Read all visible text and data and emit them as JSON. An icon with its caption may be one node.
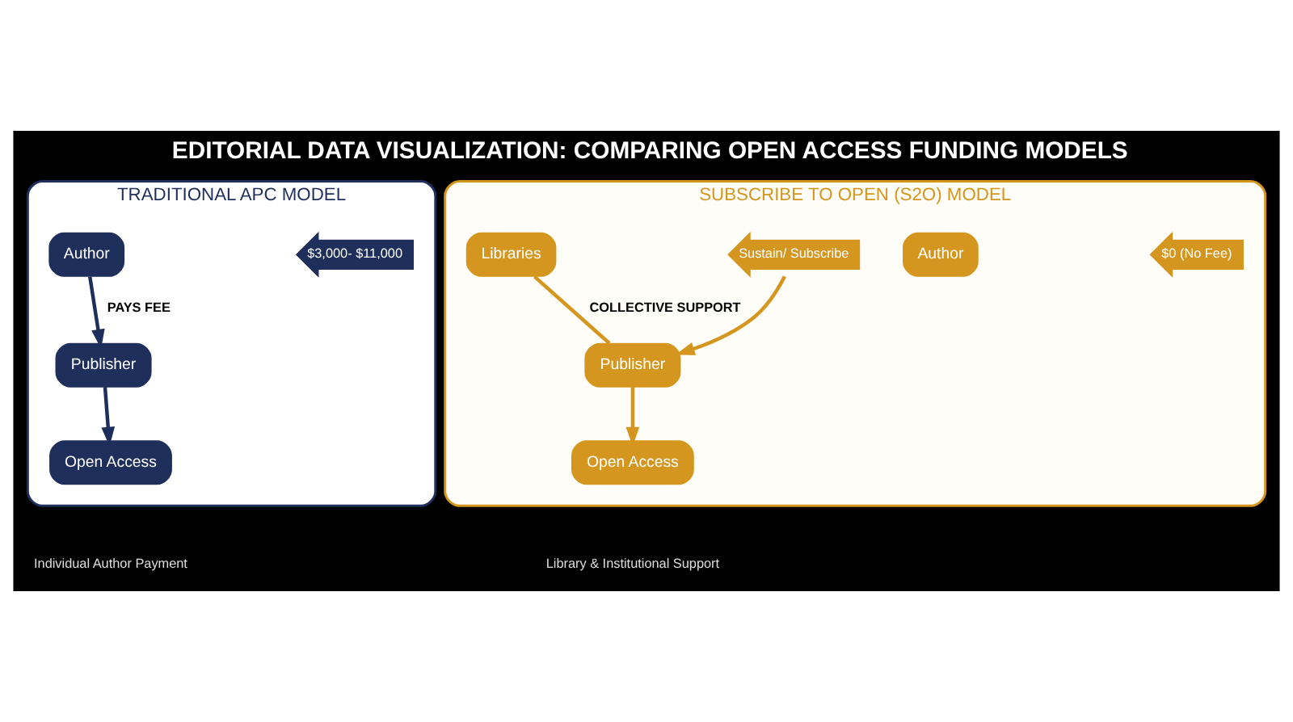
{
  "diagram": {
    "title": "EDITORIAL DATA VISUALIZATION: COMPARING OPEN ACCESS FUNDING MODELS",
    "nodes": [
      {
        "text": [
          "TRADITIONAL APC MODEL"
        ],
        "beside": [
          "Individual Author Payment"
        ]
      },
      {
        "text": [
          "Author"
        ],
        "in": 0
      },
      {
        "text": [
          "$3,000- $11,000"
        ],
        "in": 0
      },
      {
        "text": [
          "Publisher"
        ],
        "in": 0
      },
      {
        "text": [
          "Open Access"
        ],
        "in": 0
      },
      {
        "text": [
          "SUBSCRIBE TO OPEN (S2O) MODEL"
        ],
        "beside": [
          "Library & Institutional Support"
        ]
      },
      {
        "text": [
          "Author"
        ],
        "in": 5
      },
      {
        "text": [
          "$0 (No Fee)"
        ],
        "in": 5
      },
      {
        "text": [
          "Libraries"
        ],
        "in": 5
      },
      {
        "text": [
          "Sustain/ Subscribe"
        ],
        "in": 5
      },
      {
        "text": [
          "Publisher"
        ],
        "in": 5
      },
      {
        "text": [
          "Open Access"
        ],
        "in": 5
      }
    ],
    "edges": [
      {
        "from": 1,
        "to": 3,
        "arrow": "to",
        "label": "PAYS FEE",
        "color": "#1f2f5c"
      },
      {
        "from": 3,
        "to": 4,
        "arrow": "to",
        "color": "#1f2f5c"
      },
      {
        "from": 8,
        "to": 10,
        "arrow": "none",
        "label": "COLLECTIVE SUPPORT",
        "color": "#d4961e"
      },
      {
        "from": 9,
        "to": 10,
        "arrow": "to",
        "color": "#d4961e"
      },
      {
        "from": 10,
        "to": 11,
        "arrow": "to",
        "color": "#d4961e"
      }
    ]
  }
}
